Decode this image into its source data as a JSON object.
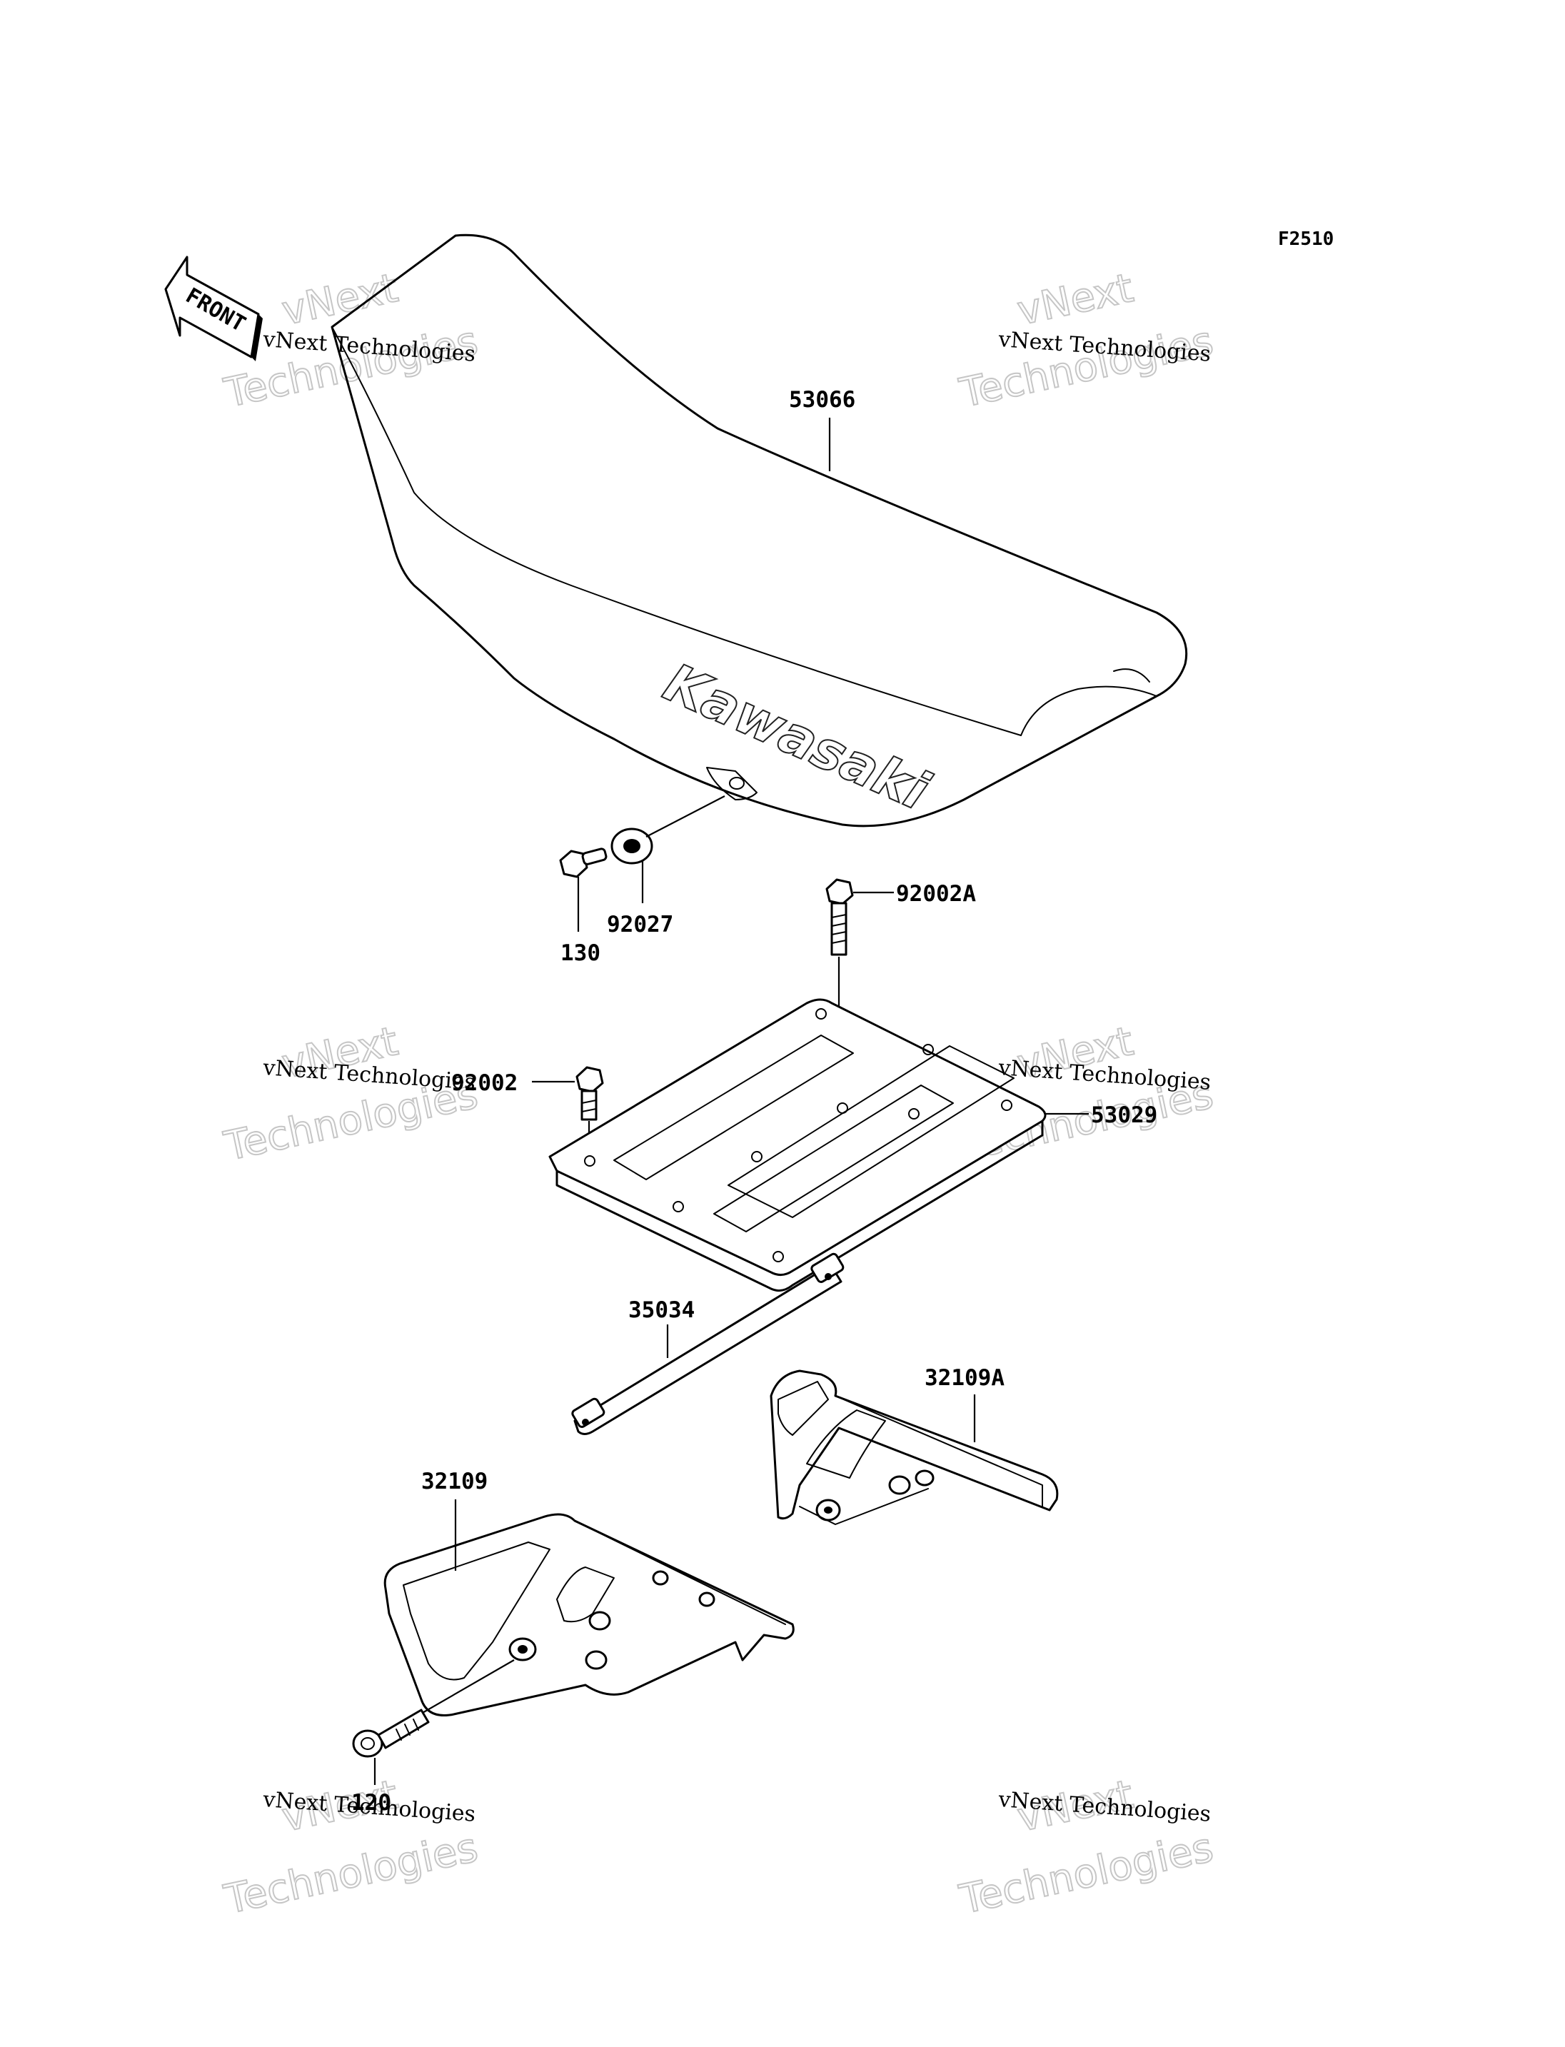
{
  "figure_code": "F2510",
  "direction_arrow": "FRONT",
  "brand_text": "Kawasaki",
  "watermark": {
    "line": "vNext Technologies",
    "big_top": "vNext",
    "big_bottom": "Technologies"
  },
  "parts": {
    "seat": "53066",
    "grommet": "92027",
    "bolt_small": "130",
    "bolt_a": "92002A",
    "bolt_b": "92002",
    "seat_base": "53029",
    "strap": "35034",
    "bracket_right": "32109A",
    "bracket_left": "32109",
    "bolt_bracket": "120"
  }
}
